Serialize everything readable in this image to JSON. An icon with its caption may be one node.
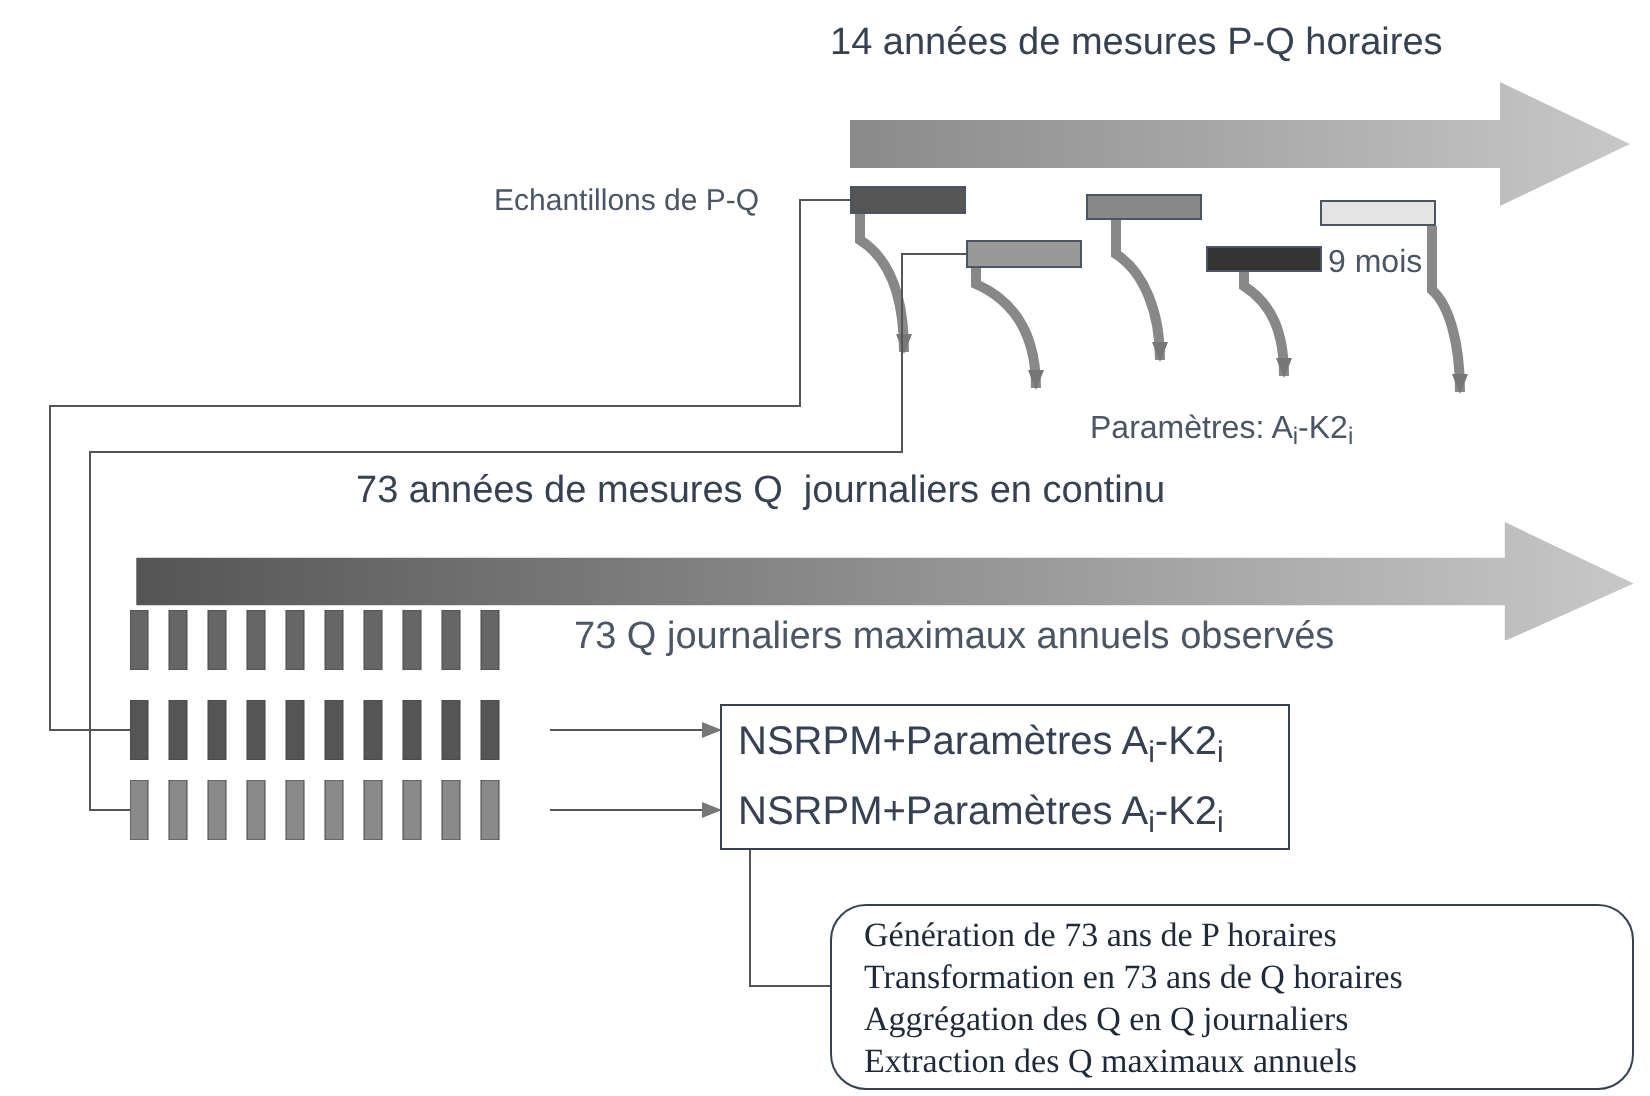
{
  "diagram": {
    "nodes": [
      {
        "text": [
          "14 années de mesures P-Q horaires"
        ]
      },
      {
        "text": [],
        "shape": "bar"
      },
      {
        "text": [],
        "shape": "bar"
      },
      {
        "text": [],
        "shape": "bar"
      },
      {
        "text": [],
        "shape": "bar",
        "beside": [
          "9 mois"
        ]
      },
      {
        "text": [],
        "shape": "bar"
      },
      {
        "text": [
          "73 années de mesures Q  journaliers en continu"
        ]
      },
      {
        "text": [],
        "shape": "bar"
      },
      {
        "text": [],
        "shape": "bar"
      },
      {
        "text": [],
        "shape": "bar"
      },
      {
        "text": [
          "NSRPM+Paramètres A$_{i}$-K2$_{i}$",
          "NSRPM+Paramètres A$_{i}$-K2$_{i}$"
        ]
      },
      {
        "text": [
          "Génération de 73 ans de P horaires",
          "Transformation en 73 ans de Q horaires",
          "Aggrégation des Q en Q journaliers",
          "Extraction des Q maximaux annuels"
        ]
      }
    ],
    "edges": [
      {
        "from": 1,
        "to": null,
        "arrow": "to",
        "style": "thick"
      },
      {
        "from": 2,
        "to": null,
        "arrow": "to",
        "style": "thick"
      },
      {
        "from": 3,
        "to": null,
        "arrow": "to",
        "style": "thick"
      },
      {
        "from": 4,
        "to": null,
        "arrow": "to",
        "style": "thick"
      },
      {
        "from": 5,
        "to": null,
        "arrow": "to",
        "style": "thick"
      },
      {
        "from": 1,
        "to": 8,
        "arrow": "none"
      },
      {
        "from": 2,
        "to": 9,
        "arrow": "none"
      },
      {
        "from": 8,
        "to": 10,
        "arrow": "to"
      },
      {
        "from": 9,
        "to": 10,
        "arrow": "to"
      },
      {
        "from": 10,
        "to": 11,
        "arrow": "none"
      }
    ],
    "labels": [
      "Echantillons de P-Q",
      "Paramètres: A$_{i}$-K2$_{i}$",
      "73 Q journaliers maximaux annuels observés"
    ]
  }
}
